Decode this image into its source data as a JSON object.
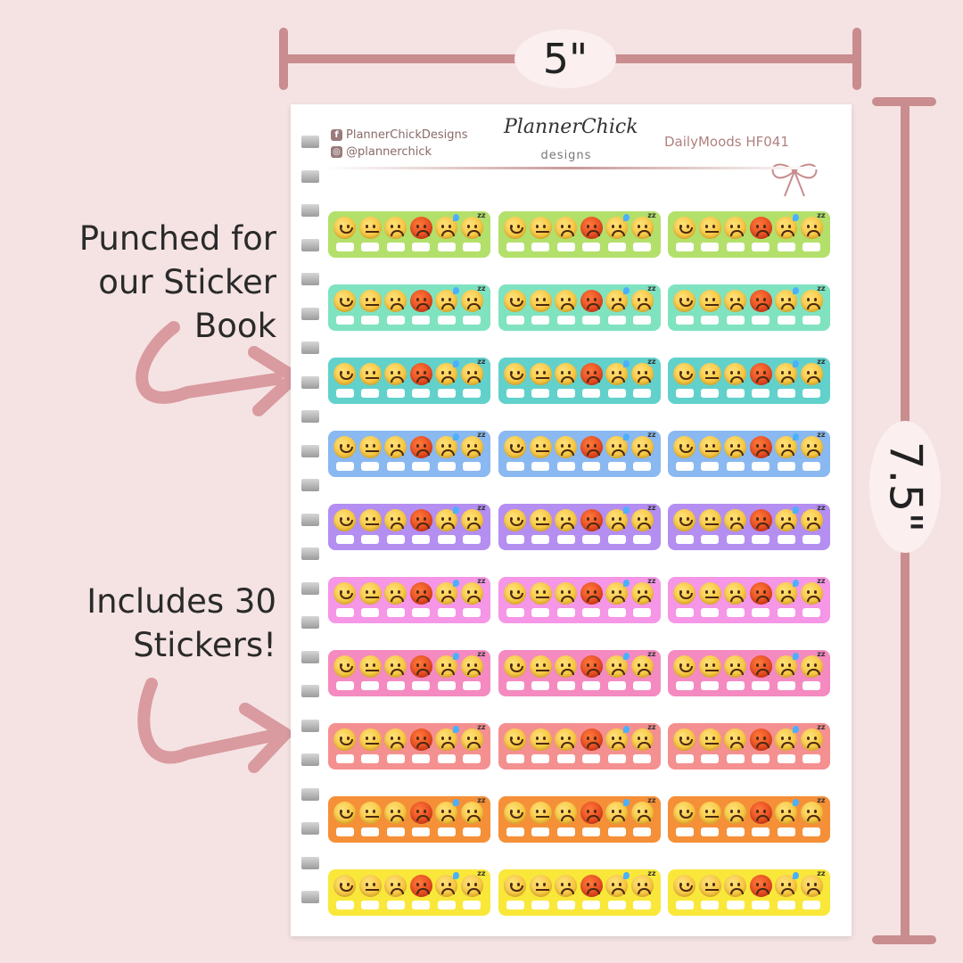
{
  "dimensions": {
    "width_label": "5\"",
    "height_label": "7.5\""
  },
  "side_notes": {
    "punched": [
      "Punched for",
      "our Sticker",
      "Book"
    ],
    "includes": [
      "Includes 30",
      "Stickers!"
    ]
  },
  "sheet": {
    "facebook": "PlannerChickDesigns",
    "instagram": "@plannerchick",
    "logo_main": "PlannerChick",
    "logo_sub": "designs",
    "title": "DailyMoods  HF041"
  },
  "icons": {
    "facebook": "facebook-icon",
    "instagram": "instagram-icon",
    "faces": [
      "smiling-face-icon",
      "unamused-face-icon",
      "worried-face-icon",
      "angry-face-icon",
      "stressed-face-icon",
      "sleepy-face-icon"
    ]
  },
  "colors": {
    "background": "#f5e3e3",
    "dimension_line": "#c98c8f",
    "arrow": "#d99aa0",
    "rows": [
      "#b3e06a",
      "#7fe3c0",
      "#62d1cb",
      "#8ab8f0",
      "#b48ef0",
      "#f596e6",
      "#f48ac0",
      "#f59090",
      "#f59038",
      "#f9e83a"
    ]
  }
}
